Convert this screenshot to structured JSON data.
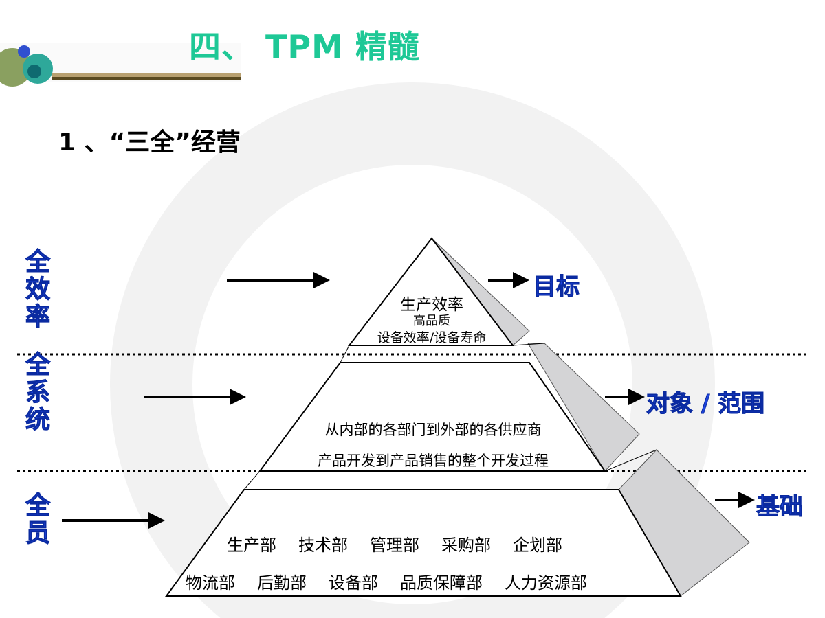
{
  "title": "四、 TPM 精髓",
  "subtitle": "1 、“三全”经营",
  "left_labels": [
    "全效率",
    "全系统",
    "全员"
  ],
  "right_labels": [
    "目标",
    "对象 / 范围",
    "基础"
  ],
  "tiers": {
    "top": [
      "生产效率",
      "高品质",
      "设备效率/设备寿命"
    ],
    "middle": [
      "从内部的各部门到外部的各供应商",
      "产品开发到产品销售的整个开发过程"
    ],
    "bottom_row1": [
      "生产部",
      "技术部",
      "管理部",
      "采购部",
      "企划部"
    ],
    "bottom_row2": [
      "物流部",
      "后勤部",
      "设备部",
      "品质保障部",
      "人力资源部"
    ]
  },
  "colors": {
    "title": "#1ec896",
    "label": "#1f45e0"
  }
}
